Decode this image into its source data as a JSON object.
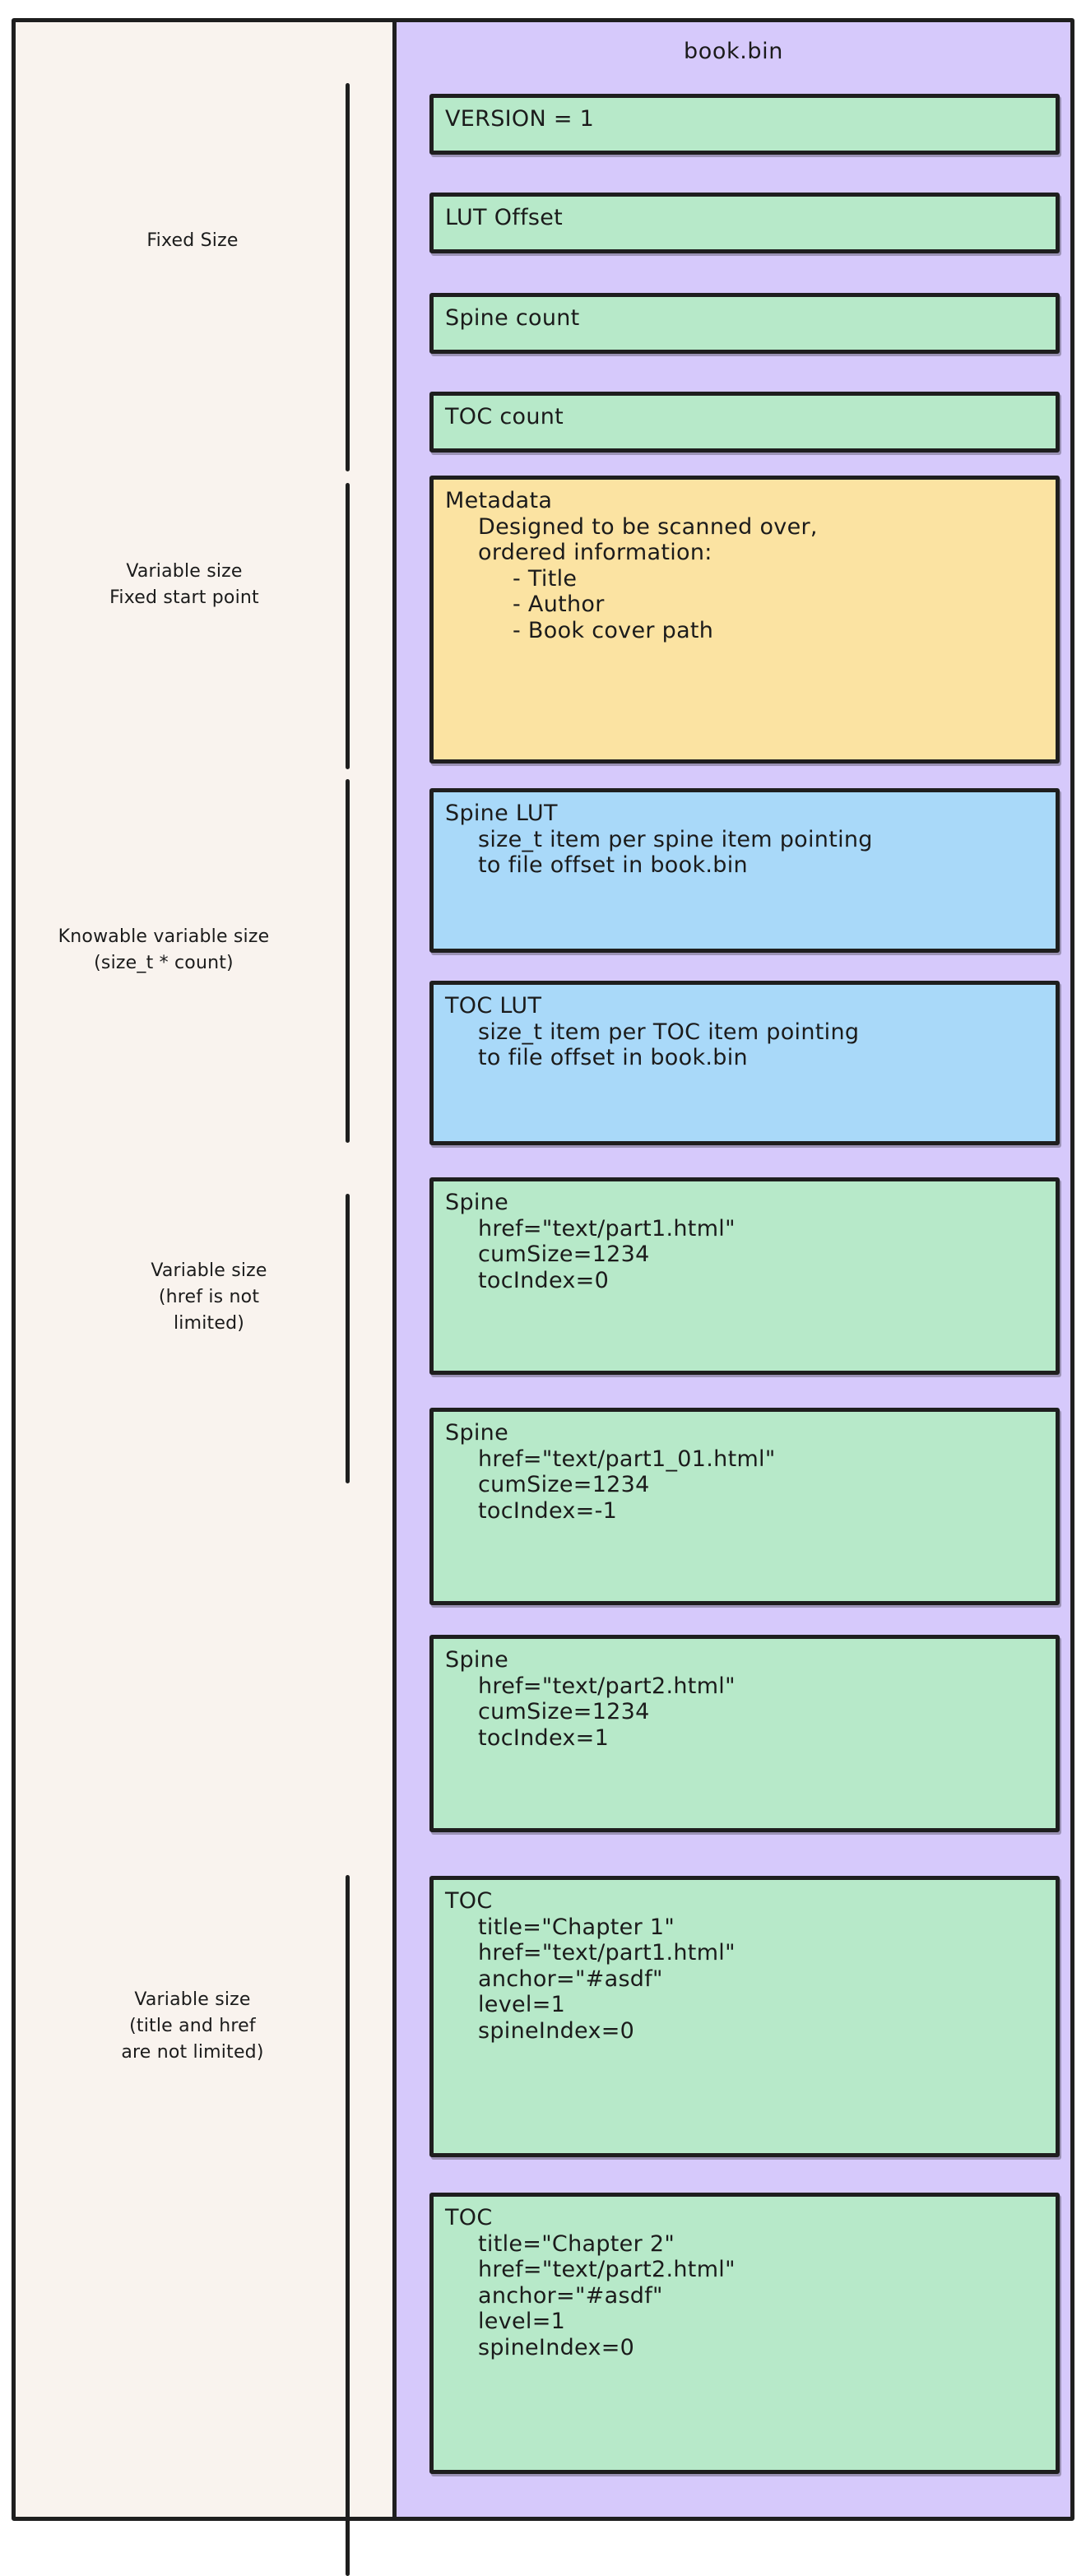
{
  "diagram": {
    "title": "book.bin",
    "colors": {
      "page_background": "#ffffff",
      "left_panel": "#f9f3ee",
      "right_panel": "#d6c9fb",
      "stroke": "#1e1e1e",
      "green_box": "#b7e9c9",
      "yellow_box": "#fbe3a2",
      "blue_box": "#a9d9f9"
    },
    "sections": [
      {
        "label": "Fixed Size"
      },
      {
        "label": "Variable size\nFixed start point"
      },
      {
        "label": "Knowable variable size\n(size_t * count)"
      },
      {
        "label": "Variable size\n(href is not\nlimited)"
      },
      {
        "label": "Variable size\n(title and href\nare not limited)"
      }
    ],
    "blocks": [
      {
        "name": "version",
        "color": "green",
        "lines": [
          {
            "text": "VERSION = 1",
            "indent": 0
          }
        ]
      },
      {
        "name": "lut-offset",
        "color": "green",
        "lines": [
          {
            "text": "LUT Offset",
            "indent": 0
          }
        ]
      },
      {
        "name": "spine-count",
        "color": "green",
        "lines": [
          {
            "text": "Spine count",
            "indent": 0
          }
        ]
      },
      {
        "name": "toc-count",
        "color": "green",
        "lines": [
          {
            "text": "TOC count",
            "indent": 0
          }
        ]
      },
      {
        "name": "metadata",
        "color": "yellow",
        "lines": [
          {
            "text": "Metadata",
            "indent": 0
          },
          {
            "text": "Designed to be scanned over,",
            "indent": 1
          },
          {
            "text": "ordered information:",
            "indent": 1
          },
          {
            "text": "- Title",
            "indent": 2
          },
          {
            "text": "- Author",
            "indent": 2
          },
          {
            "text": "- Book cover path",
            "indent": 2
          }
        ]
      },
      {
        "name": "spine-lut",
        "color": "blue",
        "lines": [
          {
            "text": "Spine LUT",
            "indent": 0
          },
          {
            "text": "size_t item per spine item pointing",
            "indent": 1
          },
          {
            "text": "to file offset in book.bin",
            "indent": 1
          }
        ]
      },
      {
        "name": "toc-lut",
        "color": "blue",
        "lines": [
          {
            "text": "TOC LUT",
            "indent": 0
          },
          {
            "text": "size_t item per TOC item pointing",
            "indent": 1
          },
          {
            "text": "to file offset in book.bin",
            "indent": 1
          }
        ]
      },
      {
        "name": "spine-1",
        "color": "green",
        "lines": [
          {
            "text": "Spine",
            "indent": 0
          },
          {
            "text": "href=\"text/part1.html\"",
            "indent": 1
          },
          {
            "text": "cumSize=1234",
            "indent": 1
          },
          {
            "text": "tocIndex=0",
            "indent": 1
          }
        ]
      },
      {
        "name": "spine-2",
        "color": "green",
        "lines": [
          {
            "text": "Spine",
            "indent": 0
          },
          {
            "text": "href=\"text/part1_01.html\"",
            "indent": 1
          },
          {
            "text": "cumSize=1234",
            "indent": 1
          },
          {
            "text": "tocIndex=-1",
            "indent": 1
          }
        ]
      },
      {
        "name": "spine-3",
        "color": "green",
        "lines": [
          {
            "text": "Spine",
            "indent": 0
          },
          {
            "text": "href=\"text/part2.html\"",
            "indent": 1
          },
          {
            "text": "cumSize=1234",
            "indent": 1
          },
          {
            "text": "tocIndex=1",
            "indent": 1
          }
        ]
      },
      {
        "name": "toc-1",
        "color": "green",
        "lines": [
          {
            "text": "TOC",
            "indent": 0
          },
          {
            "text": "title=\"Chapter 1\"",
            "indent": 1
          },
          {
            "text": "href=\"text/part1.html\"",
            "indent": 1
          },
          {
            "text": "anchor=\"#asdf\"",
            "indent": 1
          },
          {
            "text": "level=1",
            "indent": 1
          },
          {
            "text": "spineIndex=0",
            "indent": 1
          }
        ]
      },
      {
        "name": "toc-2",
        "color": "green",
        "lines": [
          {
            "text": "TOC",
            "indent": 0
          },
          {
            "text": "title=\"Chapter 2\"",
            "indent": 1
          },
          {
            "text": "href=\"text/part2.html\"",
            "indent": 1
          },
          {
            "text": "anchor=\"#asdf\"",
            "indent": 1
          },
          {
            "text": "level=1",
            "indent": 1
          },
          {
            "text": "spineIndex=0",
            "indent": 1
          }
        ]
      }
    ]
  }
}
